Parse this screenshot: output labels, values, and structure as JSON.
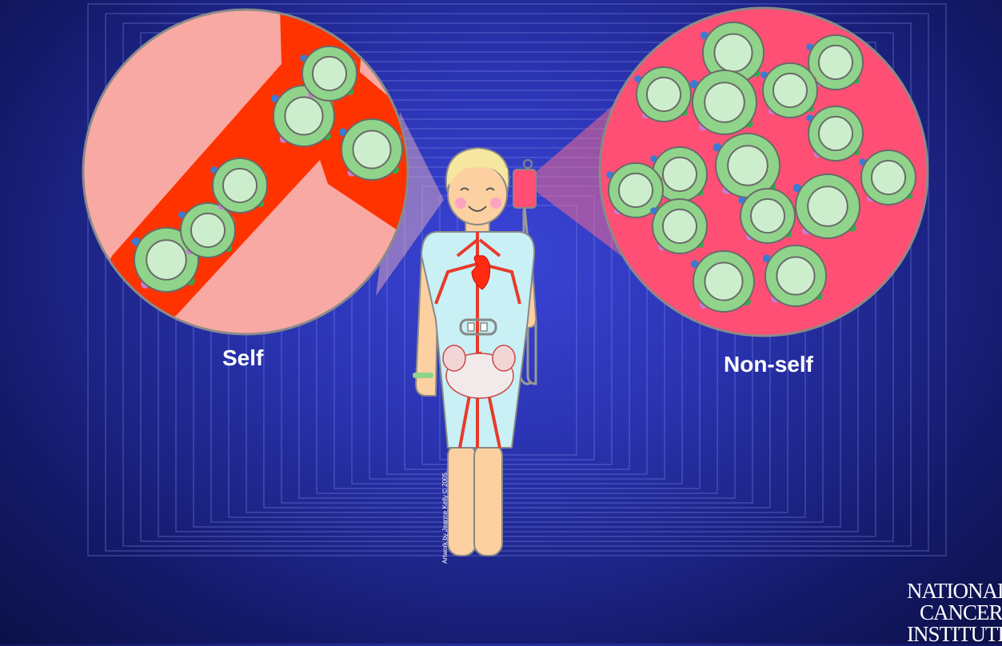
{
  "labels": {
    "self": "Self",
    "non_self": "Non-self"
  },
  "credit": "Artwork by Jeanne Kelly © 2005.",
  "logo": {
    "line1": "NATIONAL",
    "line2": "CANCER",
    "line3": "INSTITUTE"
  },
  "colors": {
    "background": "#2a33b0",
    "self_circle_fill": "#f9a9a3",
    "vessel_red": "#ff3300",
    "nonself_circle_fill": "#ff4f75",
    "cell_outer": "#8fd48a",
    "cell_inner": "#cceecc",
    "gown": "#c8f0f5",
    "skin": "#fcd0a1",
    "hair": "#f5e6a0"
  }
}
